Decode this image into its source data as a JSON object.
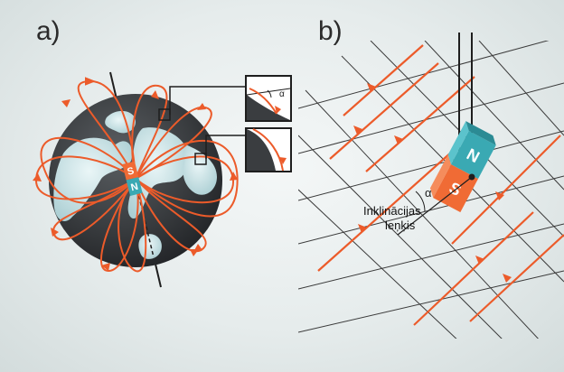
{
  "panels": {
    "a": {
      "label": "a)",
      "magnet_south": "S",
      "magnet_north": "N",
      "inset_angle": "α"
    },
    "b": {
      "label": "b)",
      "magnet_south": "S",
      "magnet_north": "N",
      "angle_symbol": "α",
      "inclination_line1": "Inklinācijas",
      "inclination_line2": "leņķis"
    }
  },
  "colors": {
    "field_line": "#ec5b2a",
    "globe_dark": "#3a3d40",
    "continent": "#cfe7ea",
    "magnet_south": "#f06b35",
    "magnet_north": "#3aa9b3",
    "grid_line": "#3a3a3a"
  }
}
